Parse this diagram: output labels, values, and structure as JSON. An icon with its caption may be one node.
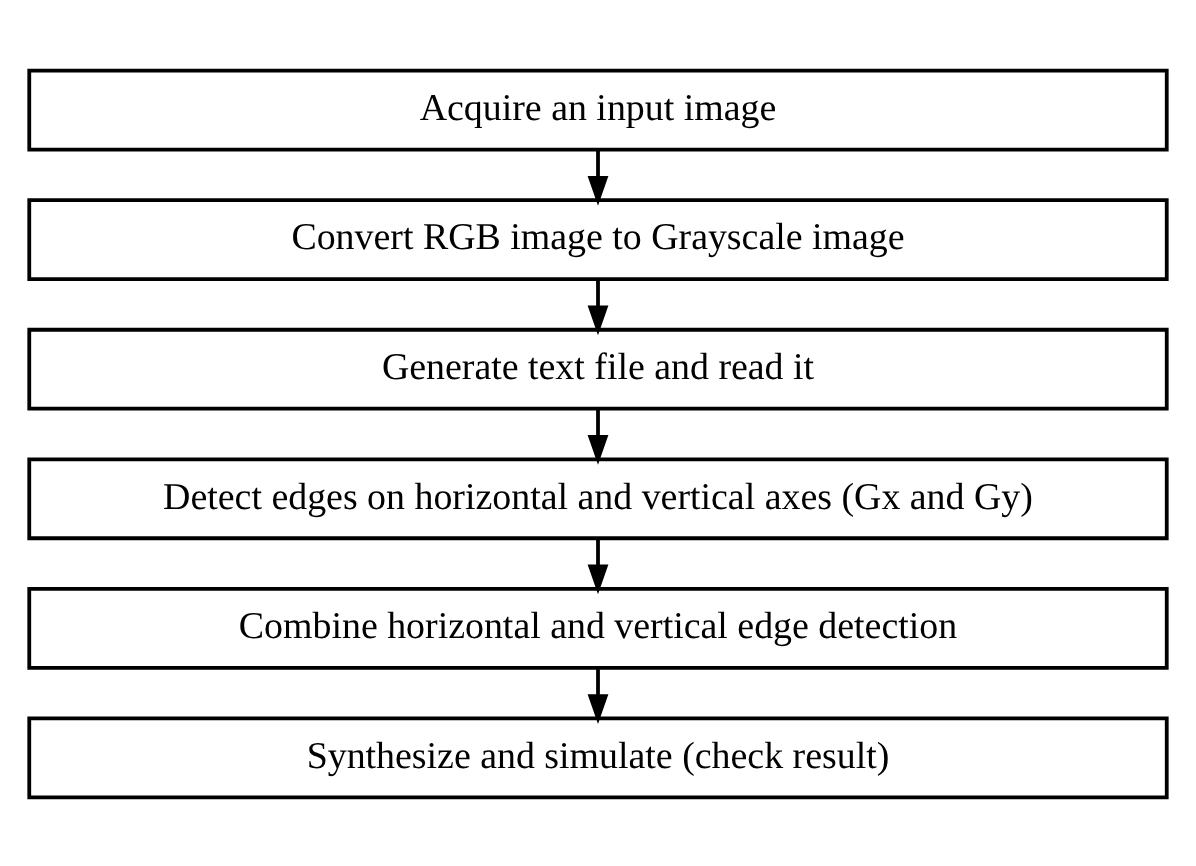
{
  "diagram": {
    "nodes": [
      {
        "text": [
          "Acquire an input image"
        ]
      },
      {
        "text": [
          "Convert RGB image to Grayscale image"
        ]
      },
      {
        "text": [
          "Generate text file and read it"
        ]
      },
      {
        "text": [
          "Detect edges on horizontal and vertical axes (Gx and Gy)"
        ]
      },
      {
        "text": [
          "Combine horizontal and vertical edge detection"
        ]
      },
      {
        "text": [
          "Synthesize and simulate (check result)"
        ]
      }
    ],
    "edges": [
      {
        "from": 0,
        "to": 1,
        "arrow": "to"
      },
      {
        "from": 1,
        "to": 2,
        "arrow": "to"
      },
      {
        "from": 2,
        "to": 3,
        "arrow": "to"
      },
      {
        "from": 3,
        "to": 4,
        "arrow": "to"
      },
      {
        "from": 4,
        "to": 5,
        "arrow": "to"
      }
    ]
  }
}
